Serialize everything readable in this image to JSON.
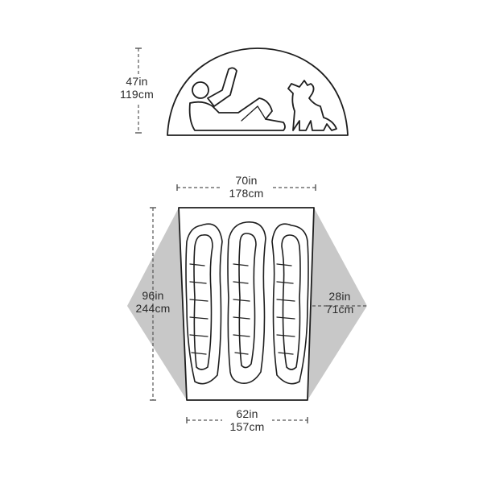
{
  "side_view": {
    "height_in": "47in",
    "height_cm": "119cm",
    "figures": [
      "reclining-person",
      "sitting-dog"
    ]
  },
  "floor_plan": {
    "top_width_in": "70in",
    "top_width_cm": "178cm",
    "length_in": "96in",
    "length_cm": "244cm",
    "vestibule_depth_in": "28in",
    "vestibule_depth_cm": "71cm",
    "bottom_width_in": "62in",
    "bottom_width_cm": "157cm",
    "sleeping_bags": 3
  },
  "colors": {
    "outline": "#1e1e1e",
    "vestibule": "#c8c8c8",
    "dimension_text": "#2a2a2a"
  }
}
